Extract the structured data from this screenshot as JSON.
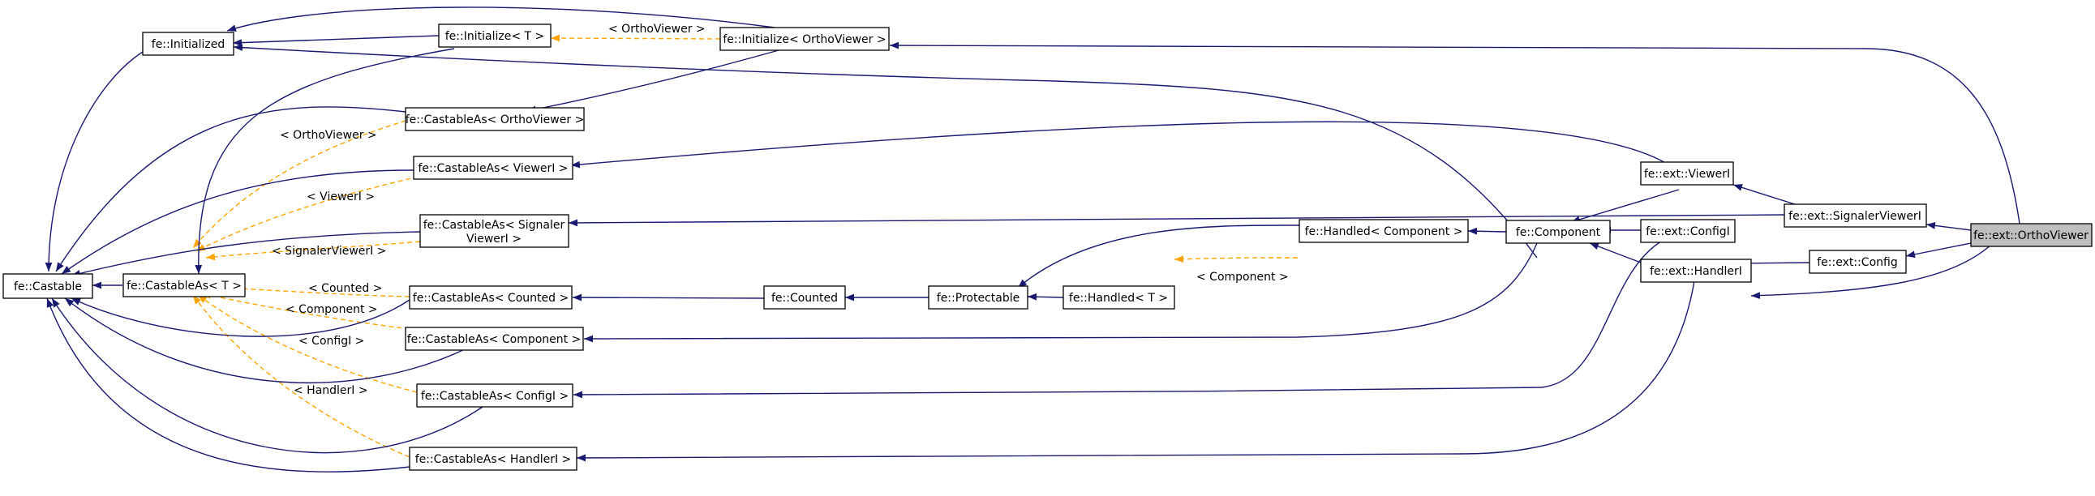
{
  "nodes": {
    "castable": "fe::Castable",
    "initialized": "fe::Initialized",
    "castable_as_t": "fe::CastableAs< T >",
    "initialize_t": "fe::Initialize< T >",
    "initialize_orthoviewer": "fe::Initialize< OrthoViewer >",
    "castable_as_orthoviewer": "fe::CastableAs< OrthoViewer >",
    "castable_as_vieweri": "fe::CastableAs< ViewerI >",
    "castable_as_signalervieweri_line1": "fe::CastableAs< Signaler",
    "castable_as_signalervieweri_line2": "ViewerI >",
    "castable_as_counted": "fe::CastableAs< Counted >",
    "castable_as_component": "fe::CastableAs< Component >",
    "castable_as_configi": "fe::CastableAs< ConfigI >",
    "castable_as_handleri": "fe::CastableAs< HandlerI >",
    "counted": "fe::Counted",
    "protectable": "fe::Protectable",
    "handled_t": "fe::Handled< T >",
    "handled_component": "fe::Handled< Component >",
    "component": "fe::Component",
    "ext_vieweri": "fe::ext::ViewerI",
    "ext_signalervieweri": "fe::ext::SignalerViewerI",
    "ext_configi": "fe::ext::ConfigI",
    "ext_handleri": "fe::ext::HandlerI",
    "ext_config": "fe::ext::Config",
    "ext_orthoviewer": "fe::ext::OrthoViewer"
  },
  "edge_labels": {
    "orthoviewer_init": "< OrthoViewer >",
    "orthoviewer": "< OrthoViewer >",
    "vieweri": "< ViewerI >",
    "signalervieweri": "< SignalerViewerI >",
    "counted": "< Counted >",
    "component": "< Component >",
    "configi": "< ConfigI >",
    "handleri": "< HandlerI >",
    "handled_component": "< Component >"
  },
  "colors": {
    "inheritance_edge": "#191970",
    "template_edge": "#ffa500",
    "focus_node_fill": "#bfbfbf"
  }
}
